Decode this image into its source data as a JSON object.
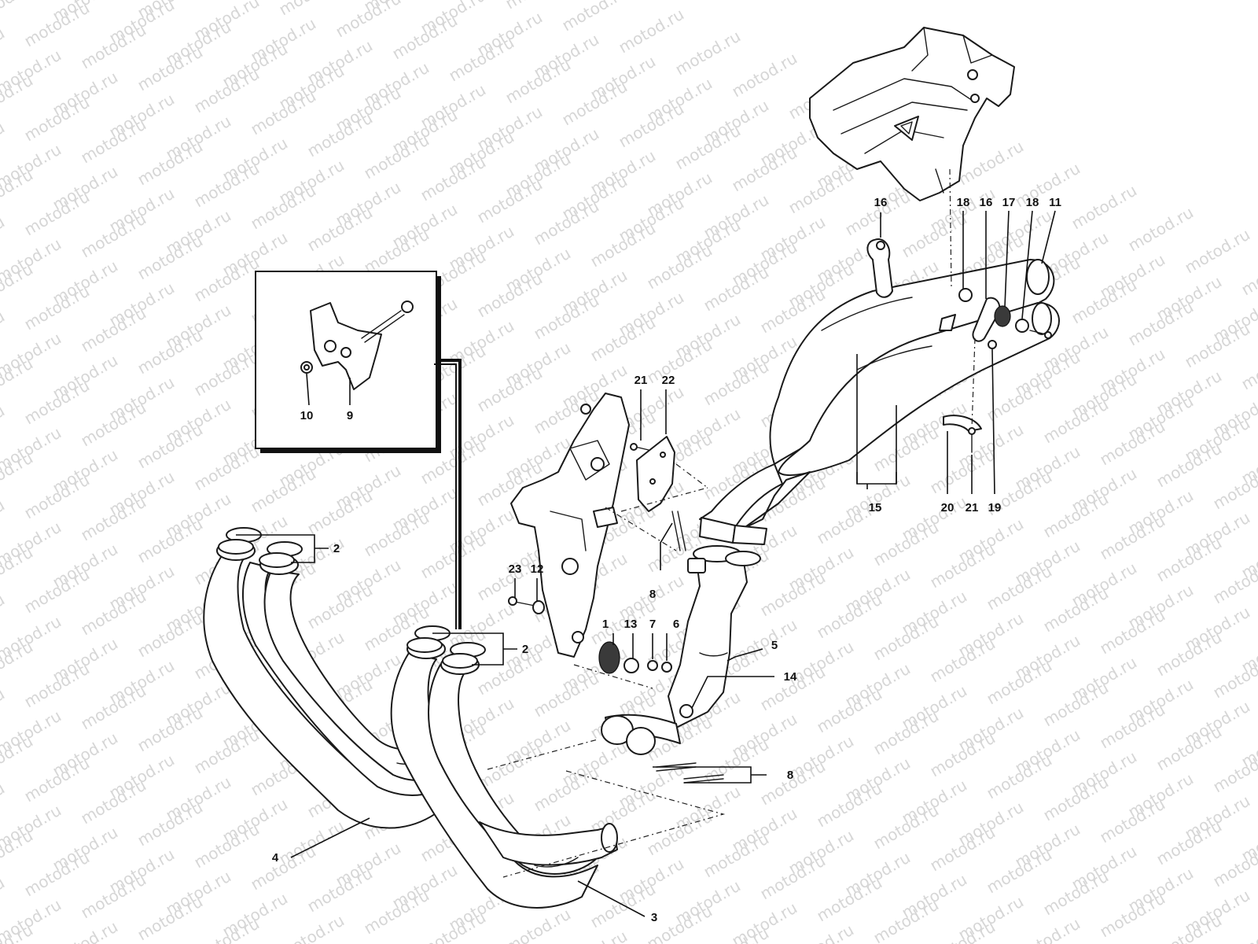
{
  "watermark": {
    "text": "motod.ru",
    "color": "#d6d6d6"
  },
  "colors": {
    "line": "#1a1a1a",
    "background": "#ffffff"
  },
  "callouts": [
    {
      "id": "c1",
      "label": "1"
    },
    {
      "id": "c2a",
      "label": "2"
    },
    {
      "id": "c2b",
      "label": "2"
    },
    {
      "id": "c3",
      "label": "3"
    },
    {
      "id": "c4",
      "label": "4"
    },
    {
      "id": "c5",
      "label": "5"
    },
    {
      "id": "c6",
      "label": "6"
    },
    {
      "id": "c7",
      "label": "7"
    },
    {
      "id": "c8a",
      "label": "8"
    },
    {
      "id": "c8b",
      "label": "8"
    },
    {
      "id": "c9",
      "label": "9"
    },
    {
      "id": "c10",
      "label": "10"
    },
    {
      "id": "c11",
      "label": "11"
    },
    {
      "id": "c12",
      "label": "12"
    },
    {
      "id": "c13",
      "label": "13"
    },
    {
      "id": "c14",
      "label": "14"
    },
    {
      "id": "c15",
      "label": "15"
    },
    {
      "id": "c16a",
      "label": "16"
    },
    {
      "id": "c16b",
      "label": "16"
    },
    {
      "id": "c17",
      "label": "17"
    },
    {
      "id": "c18a",
      "label": "18"
    },
    {
      "id": "c18b",
      "label": "18"
    },
    {
      "id": "c19",
      "label": "19"
    },
    {
      "id": "c20",
      "label": "20"
    },
    {
      "id": "c21a",
      "label": "21"
    },
    {
      "id": "c21b",
      "label": "21"
    },
    {
      "id": "c22",
      "label": "22"
    },
    {
      "id": "c23",
      "label": "23"
    }
  ]
}
